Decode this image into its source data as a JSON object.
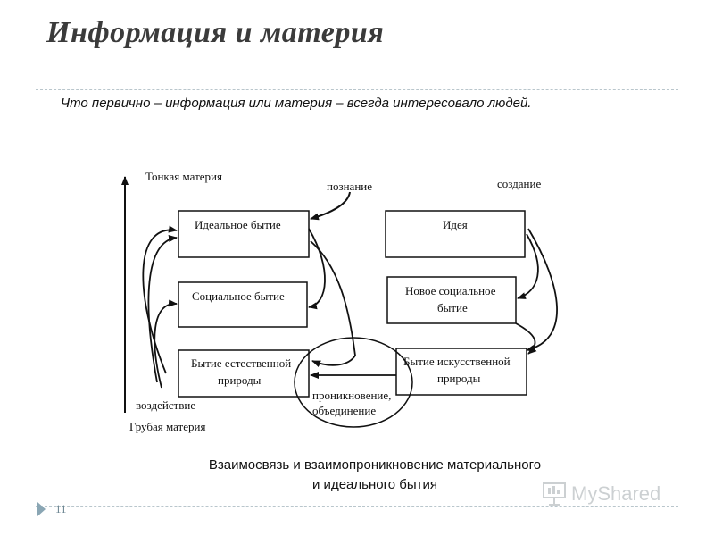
{
  "slide": {
    "title": "Информация и материя",
    "subtitle": "Что первично – информация или материя – всегда интересовало людей.",
    "caption_line1": "Взаимосвязь и взаимопроникновение материального",
    "caption_line2": "и идеального бытия",
    "page_number": "11",
    "watermark": "MyShared"
  },
  "diagram": {
    "axis_top_label": "Тонкая материя",
    "axis_bottom_label": "Грубая материя",
    "impact_label": "воздействие",
    "cognition_label": "познание",
    "creation_label": "создание",
    "penetration_label_line1": "проникновение,",
    "penetration_label_line2": "объединение",
    "left_boxes": [
      {
        "line1": "Идеальное бытие",
        "line2": ""
      },
      {
        "line1": "Социальное бытие",
        "line2": ""
      },
      {
        "line1": "Бытие естественной",
        "line2": "природы"
      }
    ],
    "right_boxes": [
      {
        "line1": "Идея",
        "line2": ""
      },
      {
        "line1": "Новое социальное",
        "line2": "бытие"
      },
      {
        "line1": "Бытие искусственной",
        "line2": "природы"
      }
    ]
  }
}
